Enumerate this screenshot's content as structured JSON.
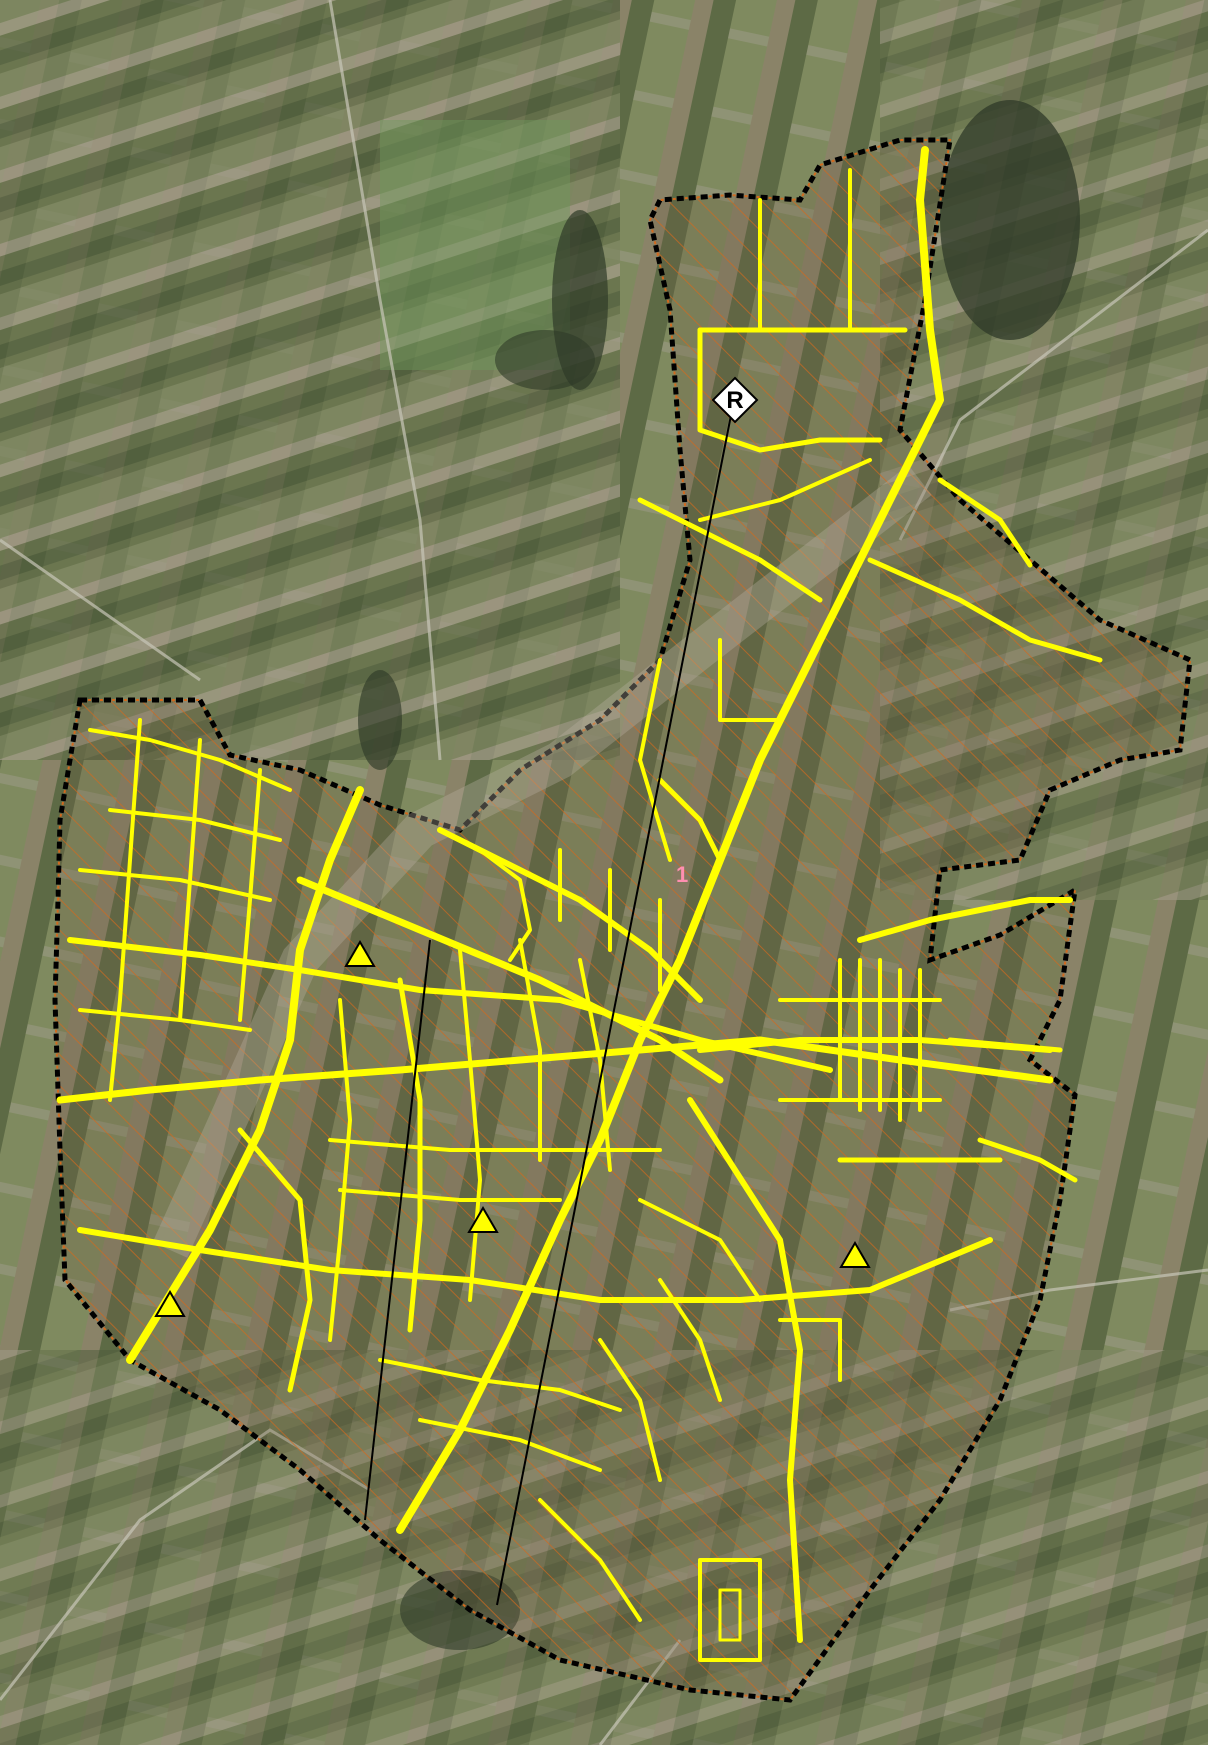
{
  "map": {
    "type": "aerial-infrastructure-map",
    "colors": {
      "network_lines": "#ffff00",
      "zone_boundary": "#000000",
      "zone_boundary_accent": "#d2691e",
      "zone_hatch": "#d2691e",
      "transect_lines": "#000000",
      "markers": "#ffff00"
    },
    "labels": {
      "zone_number": "1",
      "reference_station": "R"
    },
    "markers": [
      {
        "name": "measurement-point-north-west",
        "icon": "triangle-icon"
      },
      {
        "name": "measurement-point-west",
        "icon": "triangle-icon"
      },
      {
        "name": "measurement-point-center",
        "icon": "triangle-icon"
      },
      {
        "name": "measurement-point-east",
        "icon": "triangle-icon"
      }
    ],
    "reference_station": {
      "icon": "diamond-icon"
    }
  }
}
